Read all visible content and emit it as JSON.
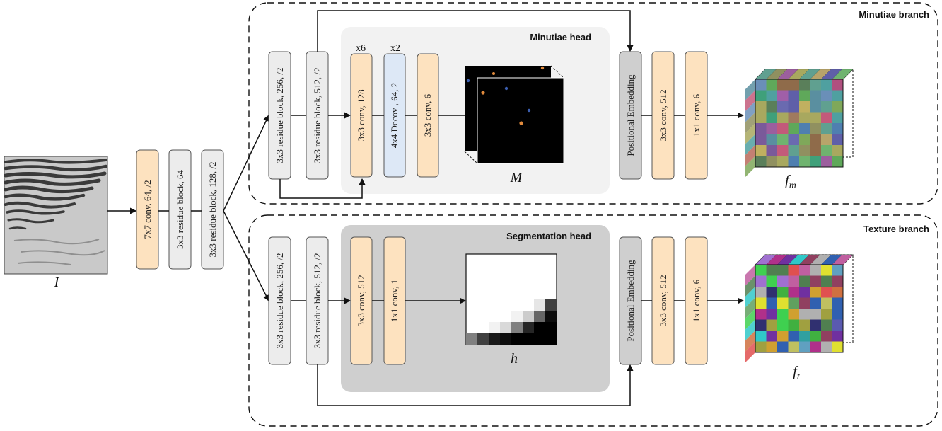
{
  "branches": {
    "minutiae": "Minutiae branch",
    "texture": "Texture branch"
  },
  "heads": {
    "minutiae": "Minutiae head",
    "segmentation": "Segmentation head"
  },
  "backbone": [
    "7x7 conv, 64, /2",
    "3x3 residue block, 64",
    "3x3 residue block, 128, /2"
  ],
  "minutiae_branch": {
    "blocks": [
      "3x3 residue block, 256, /2",
      "3x3 residue block, 512, /2"
    ],
    "head_blocks": [
      "3x3 conv, 128",
      "4x4 Decov , 64, 2",
      "3x3 conv, 6"
    ],
    "repeats": [
      "x6",
      "x2"
    ],
    "post_blocks": [
      "Positional Embedding",
      "3x3 conv, 512",
      "1x1 conv, 6"
    ]
  },
  "texture_branch": {
    "blocks": [
      "3x3 residue block, 256, /2",
      "3x3 residue block, 512, /2"
    ],
    "head_blocks": [
      "3x3 conv, 512",
      "1x1 conv, 1"
    ],
    "post_blocks": [
      "Positional Embedding",
      "3x3 conv, 512",
      "1x1 conv, 6"
    ]
  },
  "symbols": {
    "input": "I",
    "minutiae_map": "M",
    "segmentation_map": "h",
    "f": "f",
    "fm_sub": "m",
    "ft_sub": "t"
  },
  "colors": {
    "conv_fill": "#fde2bf",
    "residue_fill": "#ececec",
    "decov_fill": "#dde8f6",
    "posemb_fill": "#cfcfcf",
    "minutiae_head_bg": "#f2f2f2",
    "segmentation_head_bg": "#cfcfcf"
  }
}
